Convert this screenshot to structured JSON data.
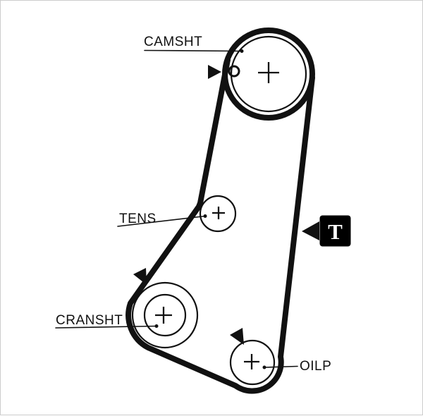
{
  "diagram": {
    "type": "timing-belt-routing-diagram",
    "labels": {
      "camshaft": "CAMSHT",
      "tensioner": "TENS",
      "crankshaft": "CRANSHT",
      "oil_pump": "OILP"
    },
    "marker": {
      "letter": "T"
    },
    "colors": {
      "line": "#111111",
      "background": "#ffffff",
      "marker_background": "#000000",
      "marker_letter": "#ffffff"
    }
  }
}
